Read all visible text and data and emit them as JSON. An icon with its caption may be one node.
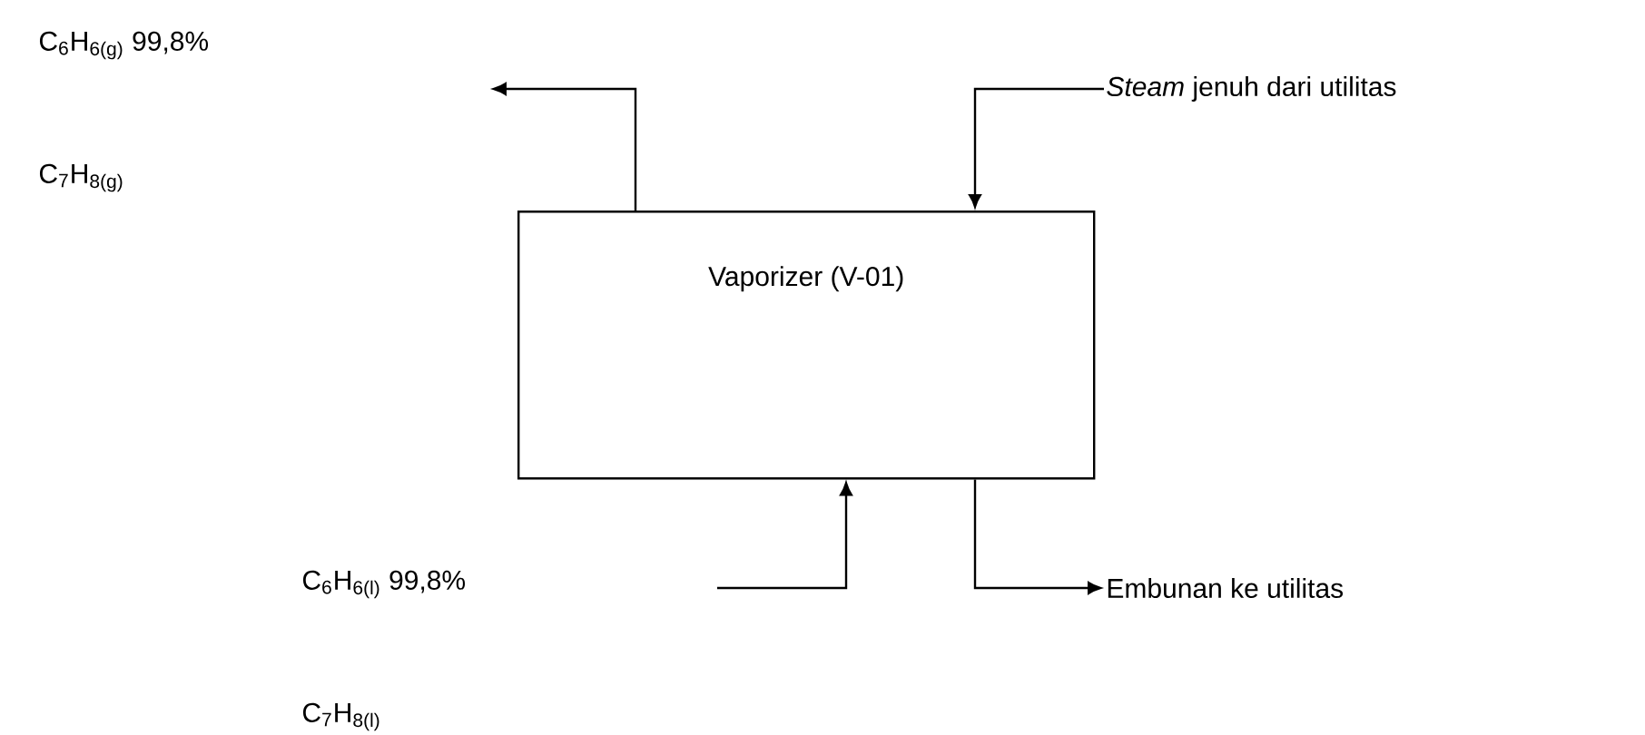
{
  "diagram": {
    "nodes": [
      {
        "text": [
          "Vaporizer (V-01)"
        ]
      },
      {
        "text": [
          "*Steam* jenuh dari utilitas"
        ]
      },
      {
        "text": [
          "Embunan ke utilitas"
        ]
      }
    ],
    "edges": [
      {
        "from": 0,
        "to": null,
        "arrow": "to"
      },
      {
        "from": 1,
        "to": 0,
        "arrow": "to"
      },
      {
        "from": null,
        "to": 0,
        "arrow": "to"
      },
      {
        "from": 0,
        "to": 2,
        "arrow": "to"
      }
    ],
    "labels": [
      "C$_{6}$H$_{6(g)}$ 99,8%",
      "C$_{7}$H$_{8(g)}$",
      "C$_{6}$H$_{6(l)}$ 99,8%",
      "C$_{7}$H$_{8(l)}$"
    ]
  }
}
